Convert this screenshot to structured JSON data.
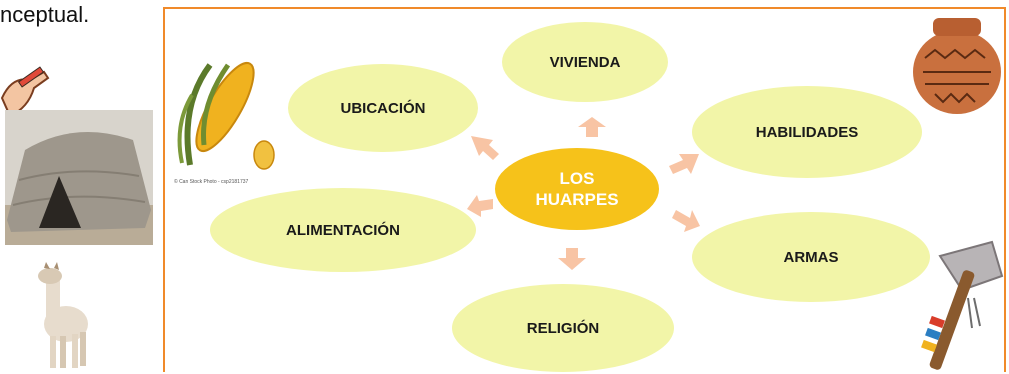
{
  "caption": "nceptual.",
  "center": {
    "line1": "LOS",
    "line2": "HUARPES"
  },
  "nodes": {
    "vivienda": "VIVIENDA",
    "ubicacion": "UBICACIÓN",
    "habilidades": "HABILIDADES",
    "alimentacion": "ALIMENTACIÓN",
    "armas": "ARMAS",
    "religion": "RELIGIÓN"
  },
  "images": {
    "corn_credit": "© Can Stock Photo - csp2181737"
  },
  "icons": [
    "hand-pencil-icon",
    "stone-hut-icon",
    "llama-icon",
    "corn-icon",
    "pottery-icon",
    "axe-icon"
  ],
  "colors": {
    "frame": "#f08a2a",
    "oval": "#f2f5a8",
    "center": "#f6c21a",
    "arrow": "#f8c4a4"
  }
}
